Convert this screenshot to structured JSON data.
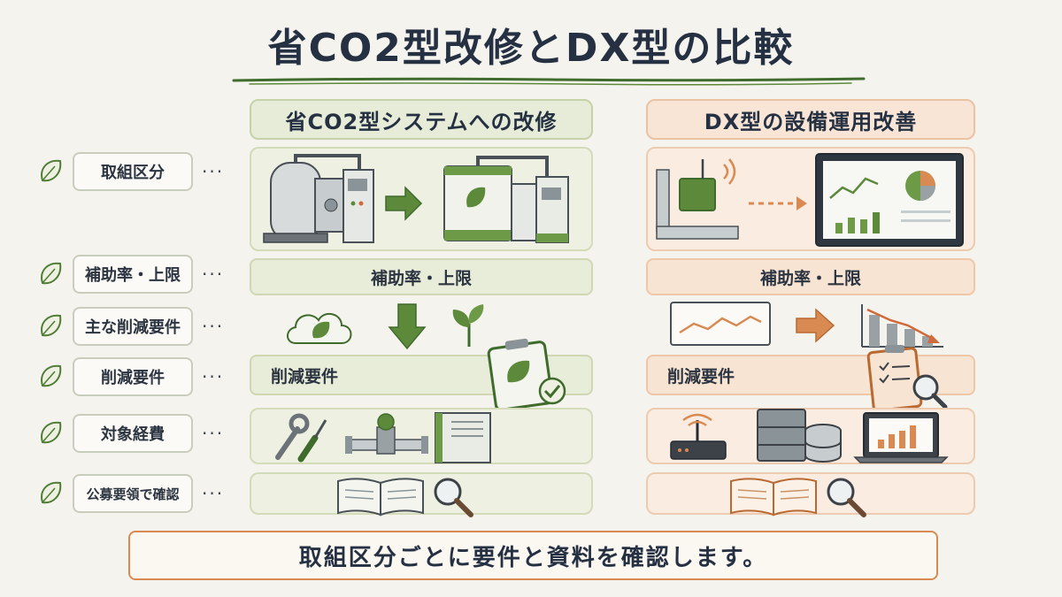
{
  "title": "省CO2型改修とDX型の比較",
  "columns": {
    "left": {
      "header": "省CO2型システムへの改修"
    },
    "right": {
      "header": "DX型の設備運用改善"
    }
  },
  "rows": [
    {
      "label": "取組区分"
    },
    {
      "label": "補助率・上限"
    },
    {
      "label": "主な削減要件"
    },
    {
      "label": "削減要件"
    },
    {
      "label": "対象経費"
    },
    {
      "label": "公募要領で確認"
    }
  ],
  "bands": {
    "left_subsidy": "補助率・上限",
    "right_subsidy": "補助率・上限",
    "left_reduction": "削減要件",
    "right_reduction": "削減要件"
  },
  "footer": "取組区分ごとに要件と資料を確認します。",
  "colors": {
    "green_accent": "#5d8a3a",
    "orange_accent": "#d98a52",
    "text": "#253142"
  },
  "icons": {
    "row_marker": "leaf-icon",
    "left": [
      "boiler-icon",
      "arrow-right-icon",
      "eco-boiler-icon",
      "cloud-leaf-icon",
      "arrow-down-icon",
      "sprout-icon",
      "clipboard-check-icon",
      "wrench-screwdriver-icon",
      "pipe-valve-icon",
      "equipment-cabinet-icon",
      "open-book-icon",
      "magnifier-icon"
    ],
    "right": [
      "iot-sensor-icon",
      "dashed-arrow-icon",
      "dashboard-monitor-icon",
      "line-chart-icon",
      "arrow-right-icon",
      "declining-bar-chart-icon",
      "clipboard-checklist-icon",
      "magnifier-icon",
      "router-icon",
      "server-icon",
      "database-icon",
      "laptop-chart-icon",
      "open-book-icon"
    ]
  }
}
